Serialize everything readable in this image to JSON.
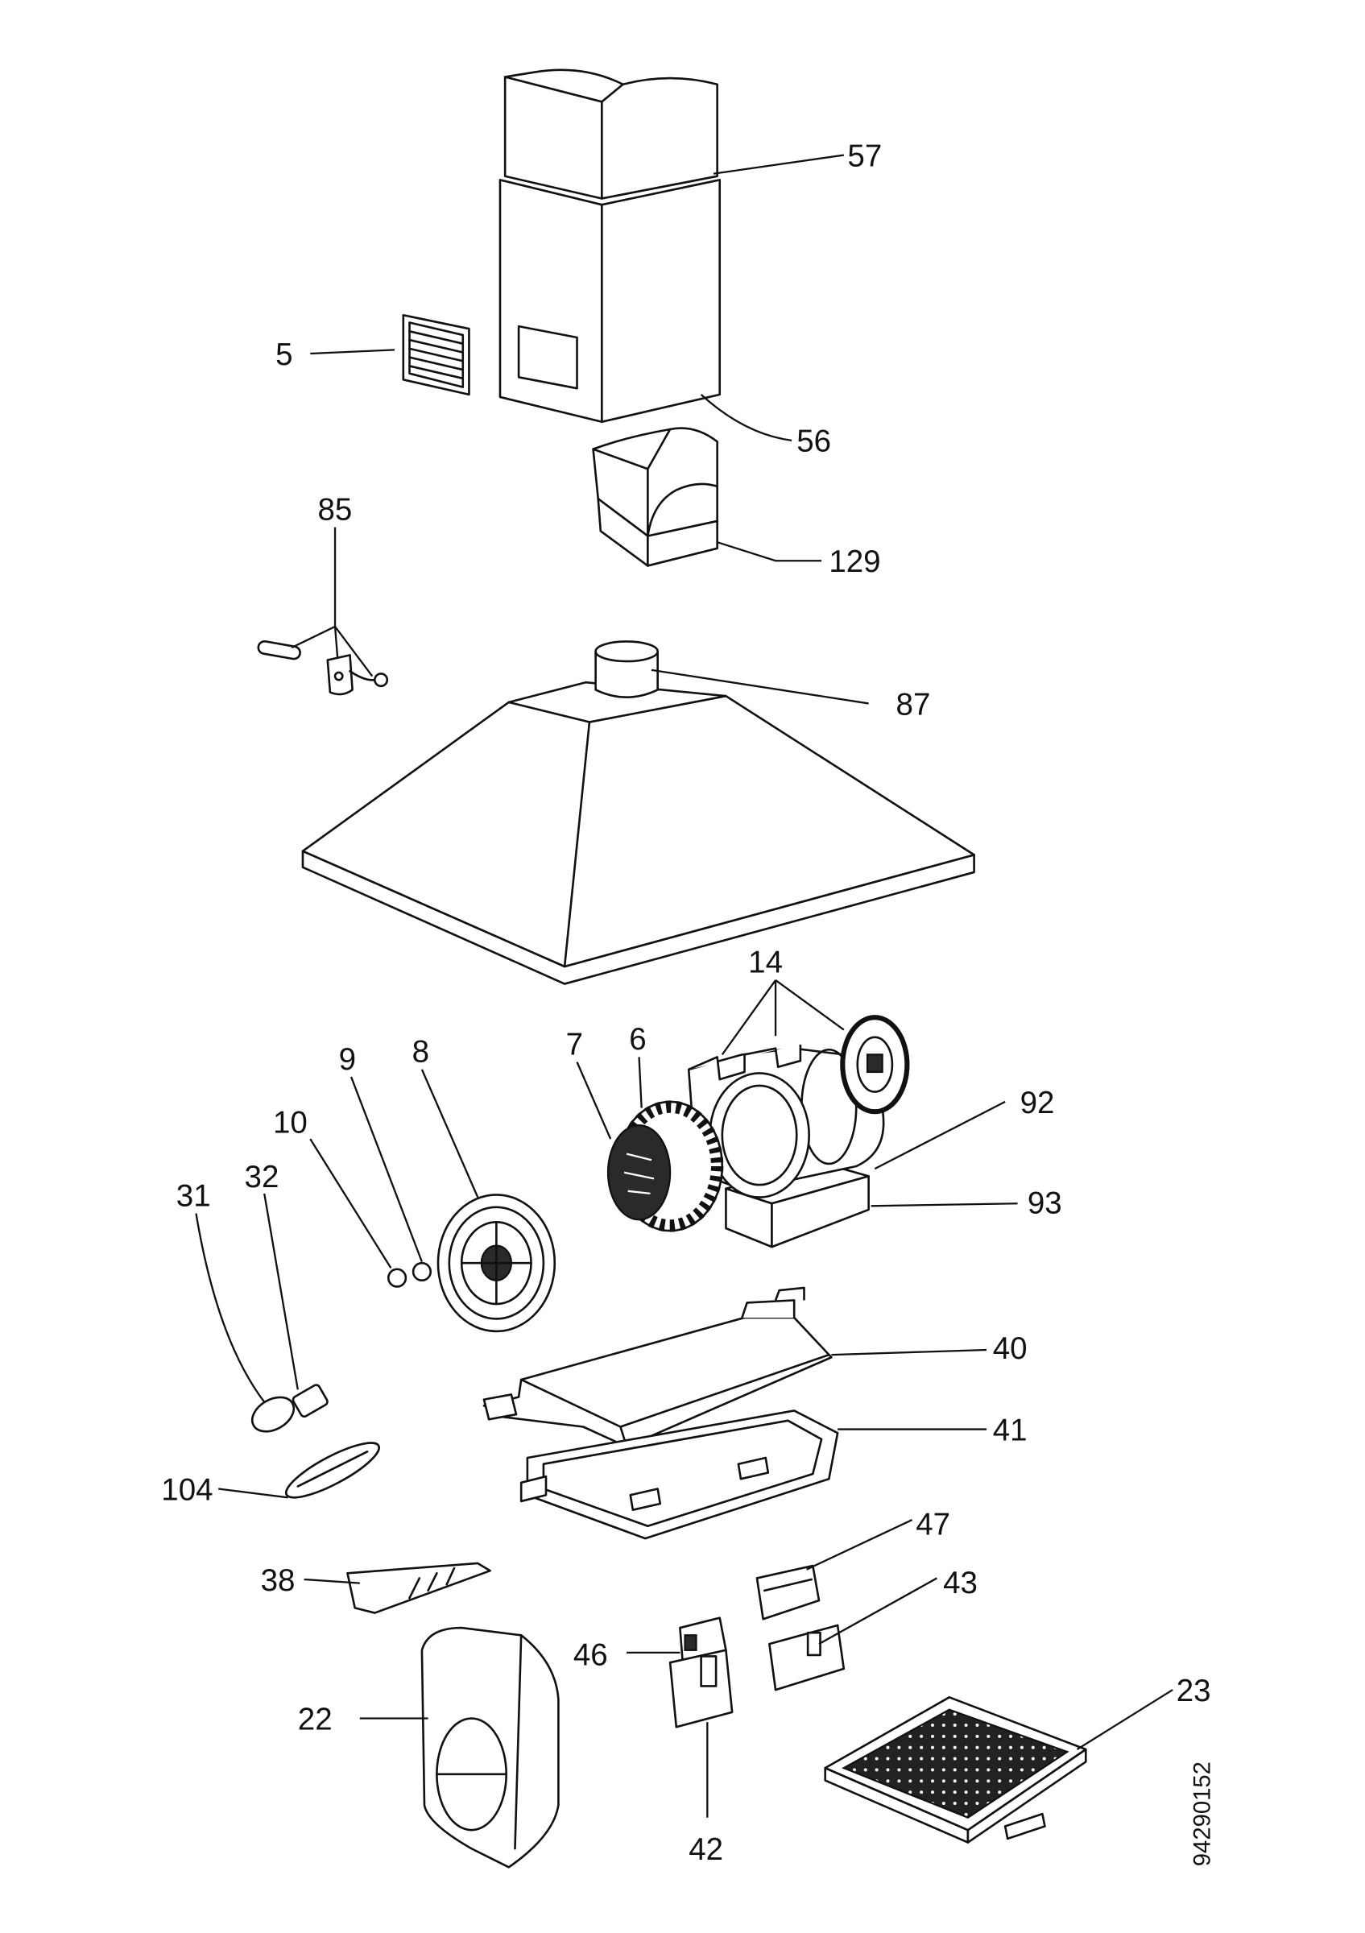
{
  "diagram": {
    "callouts": [
      "57",
      "5",
      "56",
      "129",
      "85",
      "87",
      "14",
      "9",
      "8",
      "7",
      "6",
      "92",
      "93",
      "10",
      "31",
      "32",
      "40",
      "41",
      "104",
      "38",
      "47",
      "43",
      "46",
      "22",
      "23",
      "42"
    ],
    "drawing_number": "94290152"
  },
  "colors": {
    "line": "#111111",
    "background": "#ffffff"
  }
}
